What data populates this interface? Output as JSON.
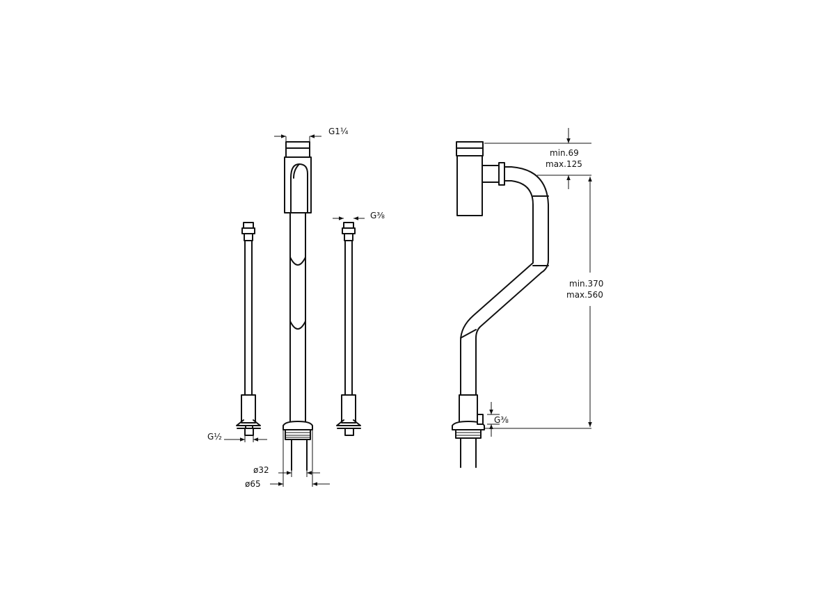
{
  "drawing": {
    "labels": {
      "outlet_thread": "G1¼",
      "supply_thread_right": "G⅜",
      "supply_thread_left": "G½",
      "inner_diameter": "ø32",
      "outer_diameter": "ø65",
      "top_height_min": "min.69",
      "top_height_max": "max.125",
      "total_height_min": "min.370",
      "total_height_max": "max.560",
      "side_thread": "G⅜"
    },
    "colors": {
      "line": "#111111",
      "background": "#ffffff"
    }
  }
}
